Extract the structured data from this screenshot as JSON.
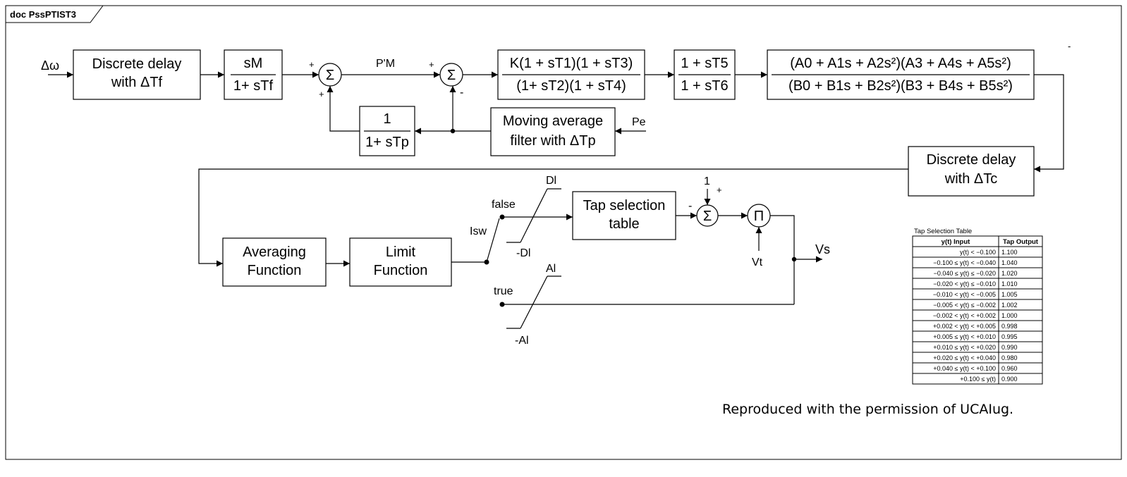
{
  "frame": {
    "tab_title": "doc PssPTIST3"
  },
  "signals": {
    "d_omega": "Δω",
    "p_prime_m": "P'M",
    "pe": "Pe",
    "vt": "Vt",
    "vs": "Vs",
    "isw": "Isw",
    "false_label": "false",
    "true_label": "true",
    "one": "1",
    "dl": "Dl",
    "neg_dl": "-Dl",
    "al": "Al",
    "neg_al": "-Al",
    "plus": "+",
    "minus": "-",
    "sigma": "Σ",
    "pi": "Π"
  },
  "blocks": {
    "delay_f": {
      "line1": "Discrete delay",
      "line2": "with ΔTf"
    },
    "tf_sm": {
      "num": "sM",
      "den": "1+ sTf"
    },
    "tf_tp": {
      "num": "1",
      "den": "1+ sTp"
    },
    "moving_avg": {
      "line1": "Moving average",
      "line2": "filter with ΔTp"
    },
    "lead_lag": {
      "num": "K(1 + sT1)(1 + sT3)",
      "den": "(1+ sT2)(1 + sT4)"
    },
    "tf_t5": {
      "num": "1 + sT5",
      "den": "1 + sT6"
    },
    "big_tf": {
      "num": "(A0 + A1s + A2s²)(A3 + A4s + A5s²)",
      "den": "(B0 + B1s + B2s²)(B3 + B4s + B5s²)"
    },
    "delay_c": {
      "line1": "Discrete delay",
      "line2": "with ΔTc"
    },
    "averaging": {
      "line1": "Averaging",
      "line2": "Function"
    },
    "limit": {
      "line1": "Limit",
      "line2": "Function"
    },
    "tap_sel": {
      "line1": "Tap selection",
      "line2": "table"
    }
  },
  "tap_table": {
    "title": "Tap Selection Table",
    "headers": [
      "y(t) Input",
      "Tap Output"
    ],
    "rows": [
      [
        "y(t) < −0.100",
        "1.100"
      ],
      [
        "−0.100 ≤ y(t) < −0.040",
        "1.040"
      ],
      [
        "−0.040 ≤ y(t) ≤ −0.020",
        "1.020"
      ],
      [
        "−0.020 < y(t) ≤ −0.010",
        "1.010"
      ],
      [
        "−0.010 < y(t) < −0.005",
        "1.005"
      ],
      [
        "−0.005 < y(t) ≤ −0.002",
        "1.002"
      ],
      [
        "−0.002 < y(t) < +0.002",
        "1.000"
      ],
      [
        "+0.002 < y(t) < +0.005",
        "0.998"
      ],
      [
        "+0.005 ≤ y(t) < +0.010",
        "0.995"
      ],
      [
        "+0.010 ≤ y(t) < +0.020",
        "0.990"
      ],
      [
        "+0.020 ≤ y(t) < +0.040",
        "0.980"
      ],
      [
        "+0.040 ≤ y(t) < +0.100",
        "0.960"
      ],
      [
        "+0.100 ≤ y(t)",
        "0.900"
      ]
    ]
  },
  "note": "Reproduced with the permission of UCAIug."
}
